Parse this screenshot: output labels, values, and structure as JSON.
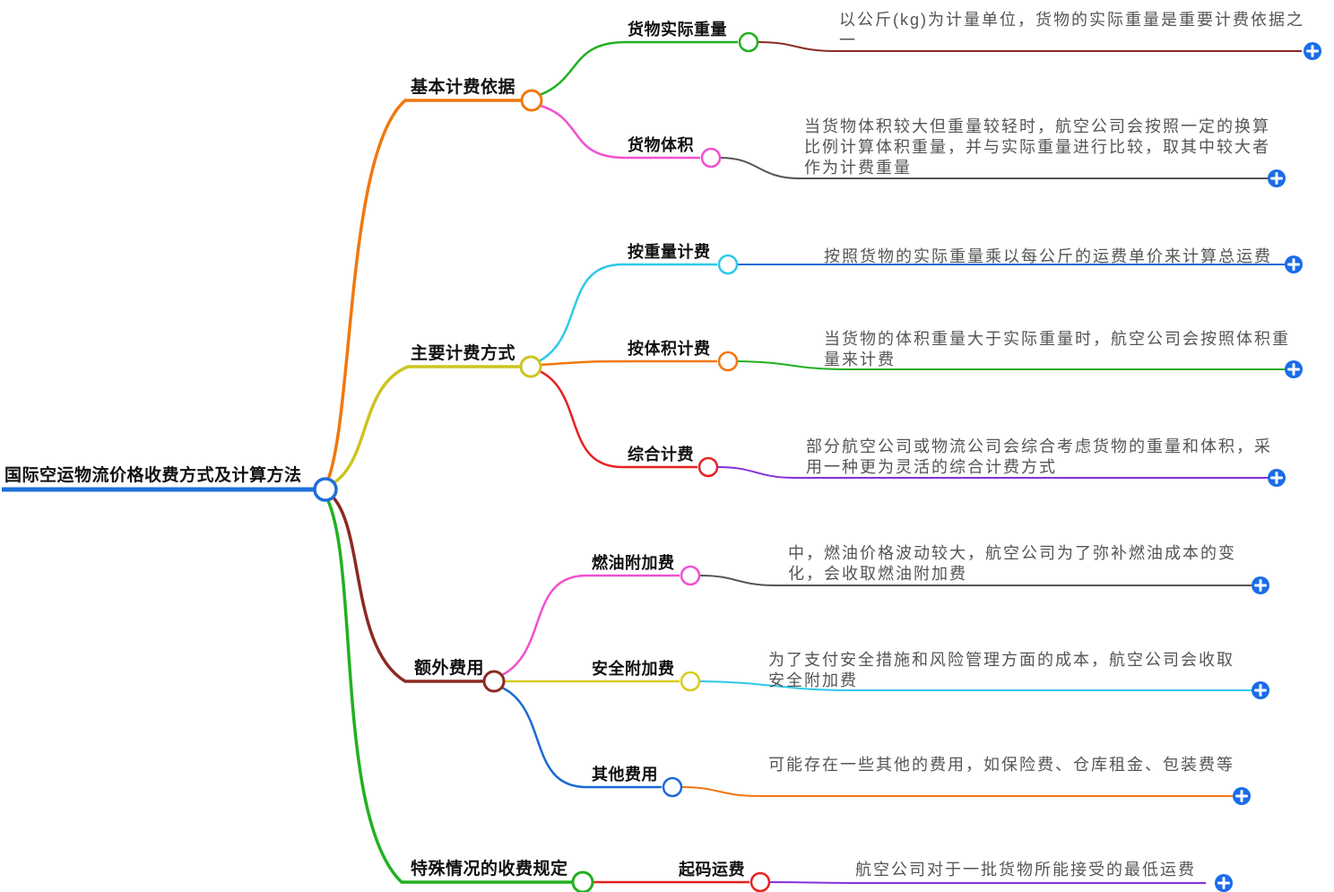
{
  "mindmap": {
    "root": {
      "label": "国际空运物流价格收费方式及计算方法"
    },
    "branches": [
      {
        "label": "基本计费依据",
        "children": [
          {
            "label": "货物实际重量",
            "desc": "以公斤(kg)为计量单位，货物的实际重量是重要计费依据之一"
          },
          {
            "label": "货物体积",
            "desc": "当货物体积较大但重量较轻时，航空公司会按照一定的换算比例计算体积重量，并与实际重量进行比较，取其中较大者作为计费重量"
          }
        ]
      },
      {
        "label": "主要计费方式",
        "children": [
          {
            "label": "按重量计费",
            "desc": "按照货物的实际重量乘以每公斤的运费单价来计算总运费"
          },
          {
            "label": "按体积计费",
            "desc": "当货物的体积重量大于实际重量时，航空公司会按照体积重量来计费"
          },
          {
            "label": "综合计费",
            "desc": "部分航空公司或物流公司会综合考虑货物的重量和体积，采用一种更为灵活的综合计费方式"
          }
        ]
      },
      {
        "label": "额外费用",
        "children": [
          {
            "label": "燃油附加费",
            "desc": "中，燃油价格波动较大，航空公司为了弥补燃油成本的变化，会收取燃油附加费"
          },
          {
            "label": "安全附加费",
            "desc": "为了支付安全措施和风险管理方面的成本，航空公司会收取安全附加费"
          },
          {
            "label": "其他费用",
            "desc": "可能存在一些其他的费用，如保险费、仓库租金、包装费等"
          }
        ]
      },
      {
        "label": "特殊情况的收费规定",
        "children": [
          {
            "label": "起码运费",
            "desc": "航空公司对于一批货物所能接受的最低运费"
          }
        ]
      }
    ]
  },
  "icons": {
    "expand": "plus-icon"
  },
  "colors": {
    "root_blue": "#1e6fd9",
    "orange": "#f0780e",
    "green": "#21b021",
    "magenta": "#f050d0",
    "olive": "#cdc422",
    "cyan": "#2ec8e8",
    "red": "#e82020",
    "maroon": "#8b2a22",
    "yellow": "#d8cc1a",
    "blue": "#1c6ad4",
    "purple": "#8430dd",
    "gray": "#555555",
    "plus_blue": "#1b6ce8",
    "node_fill": "#ffffff"
  }
}
